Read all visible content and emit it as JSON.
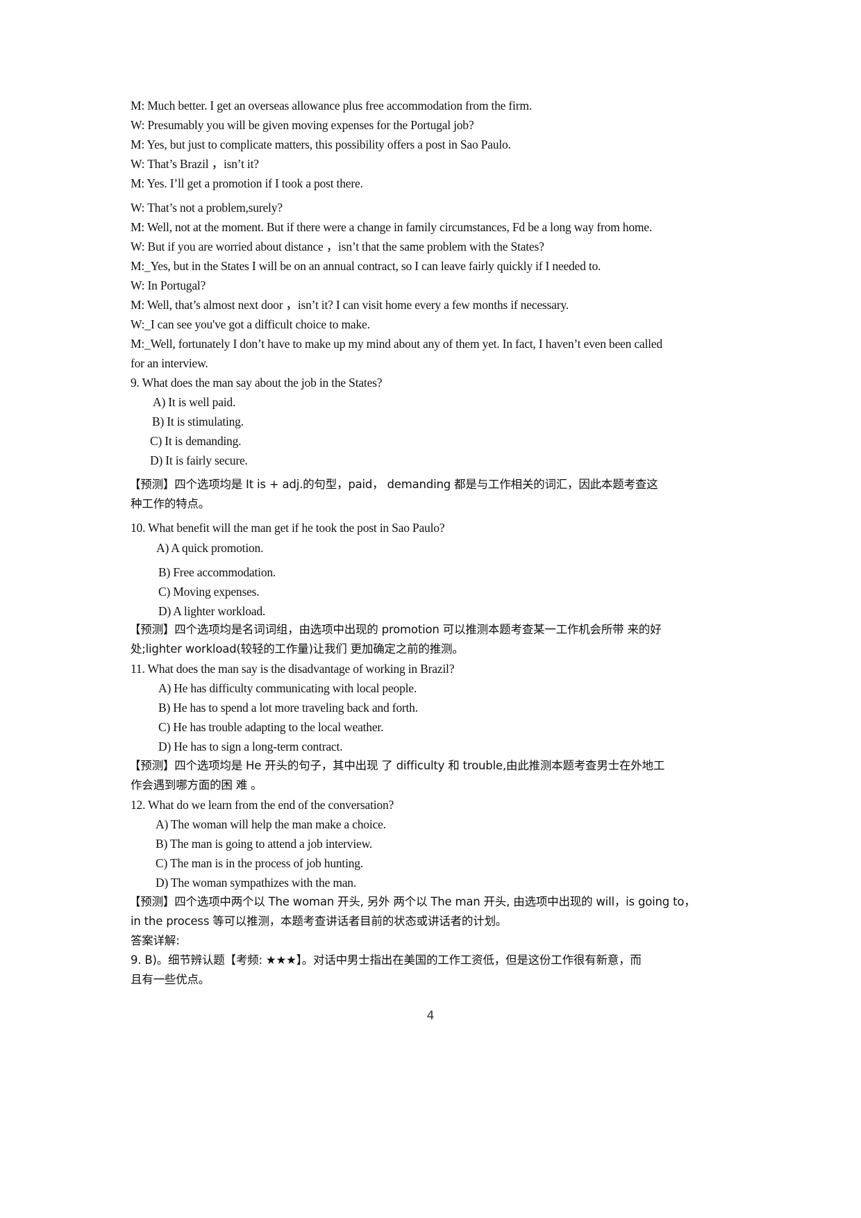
{
  "dialogue": [
    "M: Much better. I get an overseas allowance plus free accommodation from the firm.",
    "W: Presumably you will be given moving expenses for the Portugal job?",
    "M: Yes, but just to complicate matters, this possibility offers a post in Sao Paulo.",
    "W: That’s Brazil ，isn’t it?",
    "M: Yes. I’ll get a promotion if I took a post there.",
    "W: That’s not a problem,surely?",
    "M: Well, not at the moment. But if there were a change in family circumstances, Fd be a long way from home.",
    "W: But if you are worried about distance ，isn’t that the same problem with the States?",
    "M:_Yes, but in the States I will be on an annual contract, so I can leave fairly quickly if I needed to.",
    "W: In Portugal?",
    "M: Well, that’s almost next door ，isn’t it? I can visit home every a few months if necessary.",
    "W:_I can see you've got a difficult choice to make.",
    "M:_Well, fortunately I don’t have to make up my mind    about any of them yet. In fact, I haven’t even been called",
    "for an interview."
  ],
  "questions": [
    {
      "stem": "9. What does the man say about the job in the States?",
      "options": [
        "A)  It is well paid.",
        "B)  It is stimulating.",
        "C) It is demanding.",
        "D) It is fairly secure."
      ],
      "prediction": [
        "【预测】四个选项均是 It is + adj.的句型，paid，  demanding 都是与工作相关的词汇，因此本题考查这",
        "种工作的特点。"
      ]
    },
    {
      "stem": "10. What benefit will the man get if he took the post in Sao Paulo?",
      "options": [
        "A) A quick promotion.",
        "B)  Free accommodation.",
        "C)  Moving expenses.",
        "D)  A lighter workload."
      ],
      "prediction": [
        "【预测】四个选项均是名词词组，由选项中出现的  promotion 可以推测本题考查某一工作机会所带  来的好",
        "处;lighter workload(较轻的工作量)让我们  更加确定之前的推测。"
      ]
    },
    {
      "stem": "11. What does the man say is the disadvantage of working in Brazil?",
      "options": [
        "A)   He has difficulty communicating with local people.",
        "B)  He has to spend a lot more traveling back and forth.",
        "C)  He has trouble adapting to the local weather.",
        "D)  He has to sign a long-term contract."
      ],
      "prediction": [
        "【预测】四个选项均是 He 开头的句子，其中出现  了  difficulty 和  trouble,由此推测本题考查男士在外地工",
        "作会遇到哪方面的困 难 。"
      ]
    },
    {
      "stem": "12. What do we learn from the end of the conversation?",
      "options": [
        "A)     The woman will help the man make a choice.",
        "B)     The man is going to attend a job interview.",
        "C)     The man is in the process of job hunting.",
        "D)     The woman sympathizes with the man."
      ],
      "prediction": [
        "【预测】四个选项中两个以 The woman 开头, 另外  两个以 The man 开头, 由选项中出现的 will，is going to，",
        "in the process 等可以推测，本题考查讲话者目前的状态或讲话者的计划。"
      ]
    }
  ],
  "answers": {
    "heading": "答案详解:",
    "lines": [
      "9. B)。细节辨认题【考频: ★★★】。对话中男士指出在美国的工作工资低，但是这份工作很有新意，而",
      "且有一些优点。"
    ]
  },
  "page_number": "4"
}
